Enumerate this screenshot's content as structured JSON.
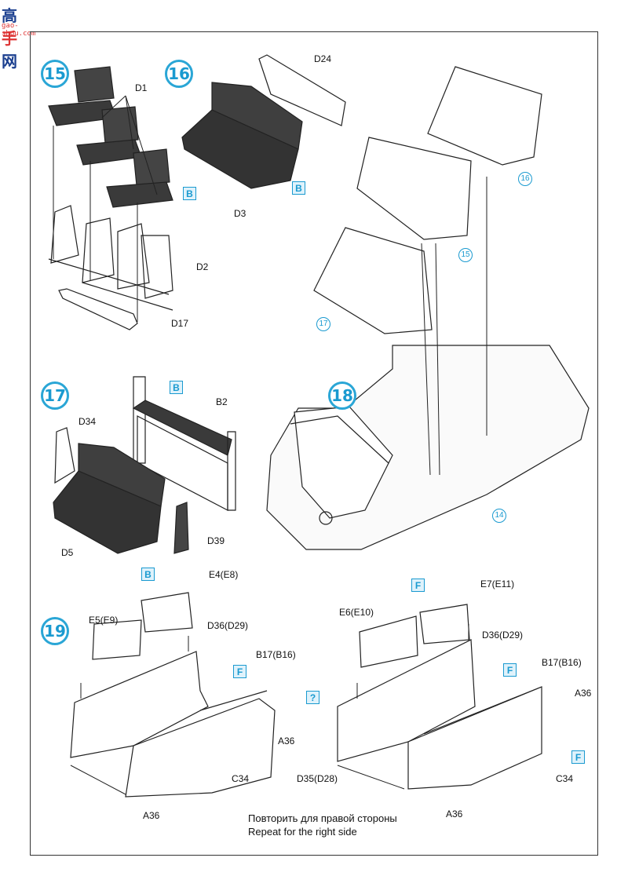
{
  "logo": {
    "brand": "高",
    "brand_red": "手",
    "brand_rest": "网",
    "sub": "gao-shou.com"
  },
  "steps": {
    "s15": "15",
    "s16": "16",
    "s17": "17",
    "s18": "18",
    "s19": "19"
  },
  "labels": {
    "d1": "D1",
    "d2": "D2",
    "d17": "D17",
    "d24": "D24",
    "d3": "D3",
    "d34": "D34",
    "b2": "B2",
    "d5": "D5",
    "d39": "D39",
    "e4": "E4(E8)",
    "e5": "E5(E9)",
    "d36a": "D36(D29)",
    "b17a": "B17(B16)",
    "a36a": "A36",
    "c34a": "C34",
    "a36b": "A36",
    "e7": "E7(E11)",
    "e6": "E6(E10)",
    "d36b": "D36(D29)",
    "b17b": "B17(B16)",
    "a36c": "A36",
    "c34b": "C34",
    "d35": "D35(D28)",
    "a36d": "A36"
  },
  "paint_codes": {
    "b1": "B",
    "b2": "B",
    "b3": "B",
    "b4": "B",
    "f1": "F",
    "f2": "F",
    "f3": "F",
    "f4": "F",
    "q": "?"
  },
  "callouts": {
    "c16": "16",
    "c15": "15",
    "c17": "17",
    "c14": "14"
  },
  "notes": {
    "ru": "Повторить для правой стороны",
    "en": "Repeat for the right side"
  }
}
